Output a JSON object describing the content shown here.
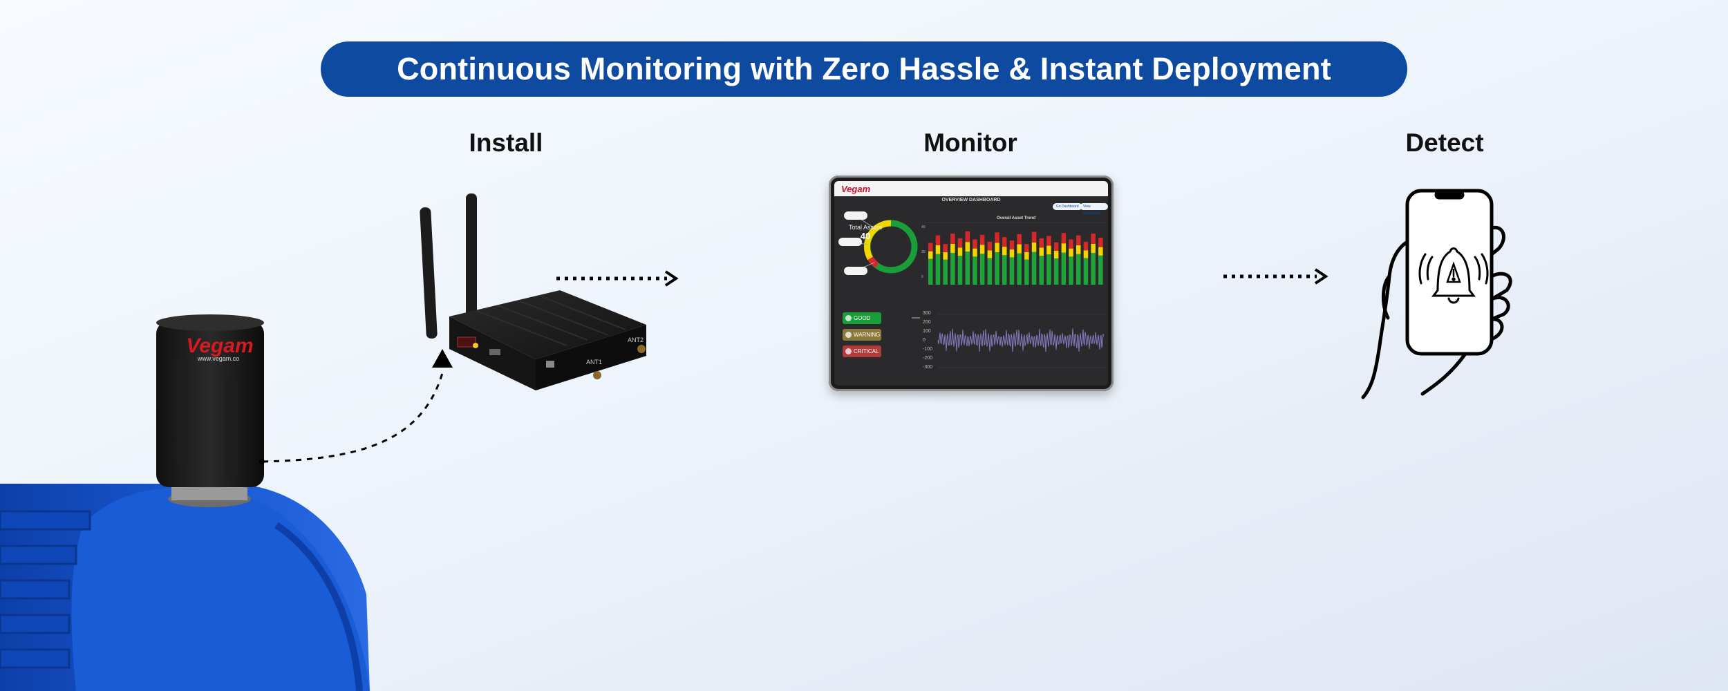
{
  "banner": {
    "title": "Continuous Monitoring with Zero Hassle & Instant Deployment"
  },
  "steps": [
    {
      "label": "Install"
    },
    {
      "label": "Monitor"
    },
    {
      "label": "Detect"
    }
  ],
  "sensor": {
    "brand": "Vegam",
    "website": "www.vegam.co"
  },
  "gateway": {
    "antenna_labels": [
      "ANT1",
      "ANT2"
    ]
  },
  "dashboard": {
    "brand": "Vegam",
    "title": "OVERVIEW DASHBOARD",
    "buttons": [
      "Go Dashboard",
      "View Dashboard"
    ],
    "total_label": "Total Assets",
    "total_value": "40",
    "trend_title": "Overall Asset Trend",
    "statuses": [
      "GOOD",
      "WARNING",
      "CRITICAL"
    ],
    "status_colors": {
      "good": "#1a9e3a",
      "warning": "#8a7a3a",
      "critical": "#b23b3b"
    },
    "bar_axis_ticks": [
      "40",
      "20",
      "0"
    ],
    "wave_axis_ticks": [
      "300",
      "200",
      "100",
      "0",
      "-100",
      "-200",
      "-300"
    ],
    "bar_levels": [
      0.72,
      0.85,
      0.7,
      0.88,
      0.8,
      0.92,
      0.78,
      0.86,
      0.74,
      0.9,
      0.82,
      0.76,
      0.87,
      0.7,
      0.91,
      0.8,
      0.84,
      0.73,
      0.89,
      0.78,
      0.85,
      0.74,
      0.88,
      0.81
    ]
  },
  "colors": {
    "banner": "#0d4aa0",
    "motor_blue": "#1552c6",
    "alert_red": "#e32d2d"
  },
  "icons": {
    "phone": "smartphone-in-hand-icon",
    "alert": "bell-alert-icon",
    "arrows": "dotted-arrow-icon"
  }
}
